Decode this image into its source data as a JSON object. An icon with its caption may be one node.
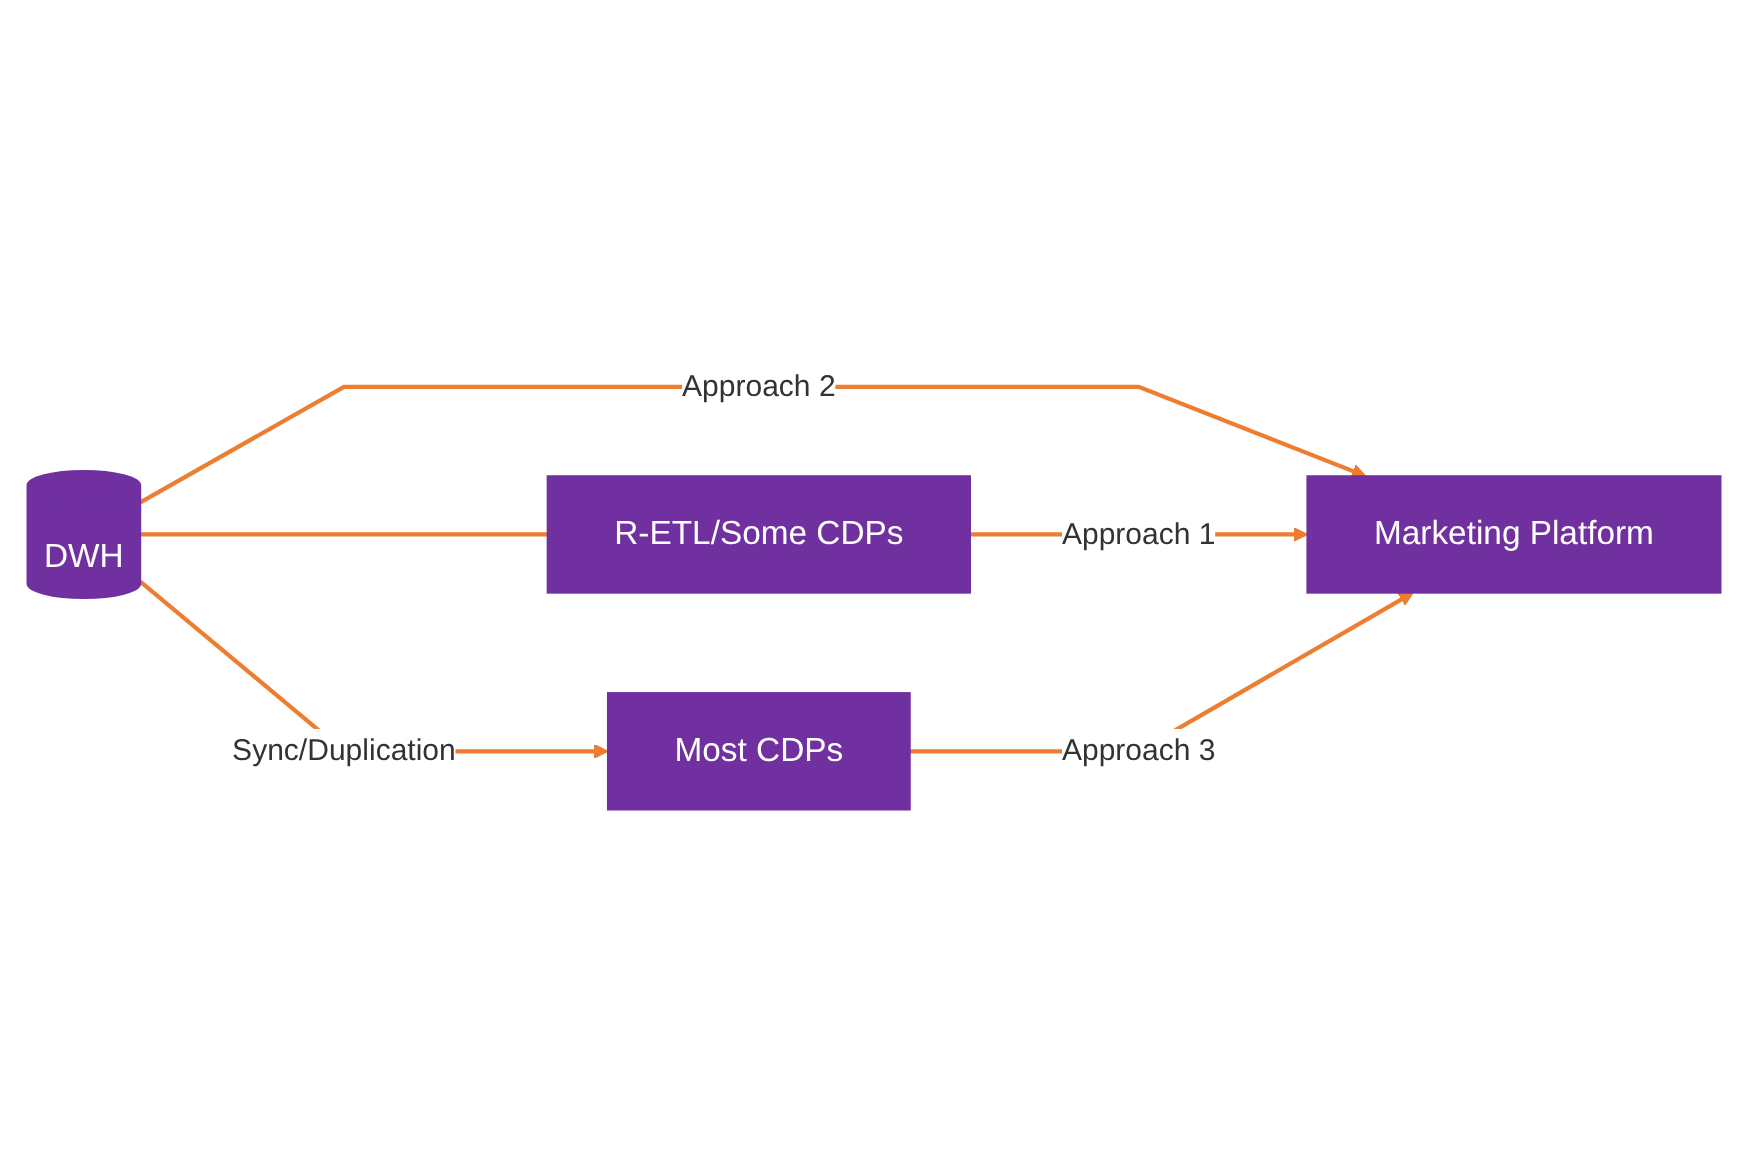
{
  "diagram": {
    "nodes": [
      {
        "text": [
          "Marketing Platform"
        ]
      },
      {
        "text": [
          "DWH"
        ]
      },
      {
        "text": [
          "R-ETL/Some CDPs"
        ]
      },
      {
        "text": [
          "Most CDPs"
        ]
      }
    ],
    "edges": [
      {
        "from": 1,
        "to": 0,
        "arrow": "to",
        "label": "Approach 2",
        "color": "#ed7d31"
      },
      {
        "from": 1,
        "to": 2,
        "arrow": "none",
        "color": "#ed7d31"
      },
      {
        "from": 2,
        "to": 0,
        "arrow": "to",
        "label": "Approach 1",
        "color": "#ed7d31"
      },
      {
        "from": 1,
        "to": 3,
        "arrow": "to",
        "label": "Sync/Duplication",
        "color": "#ed7d31"
      },
      {
        "from": 3,
        "to": 0,
        "arrow": "to",
        "label": "Approach 3",
        "color": "#ed7d31"
      }
    ]
  }
}
